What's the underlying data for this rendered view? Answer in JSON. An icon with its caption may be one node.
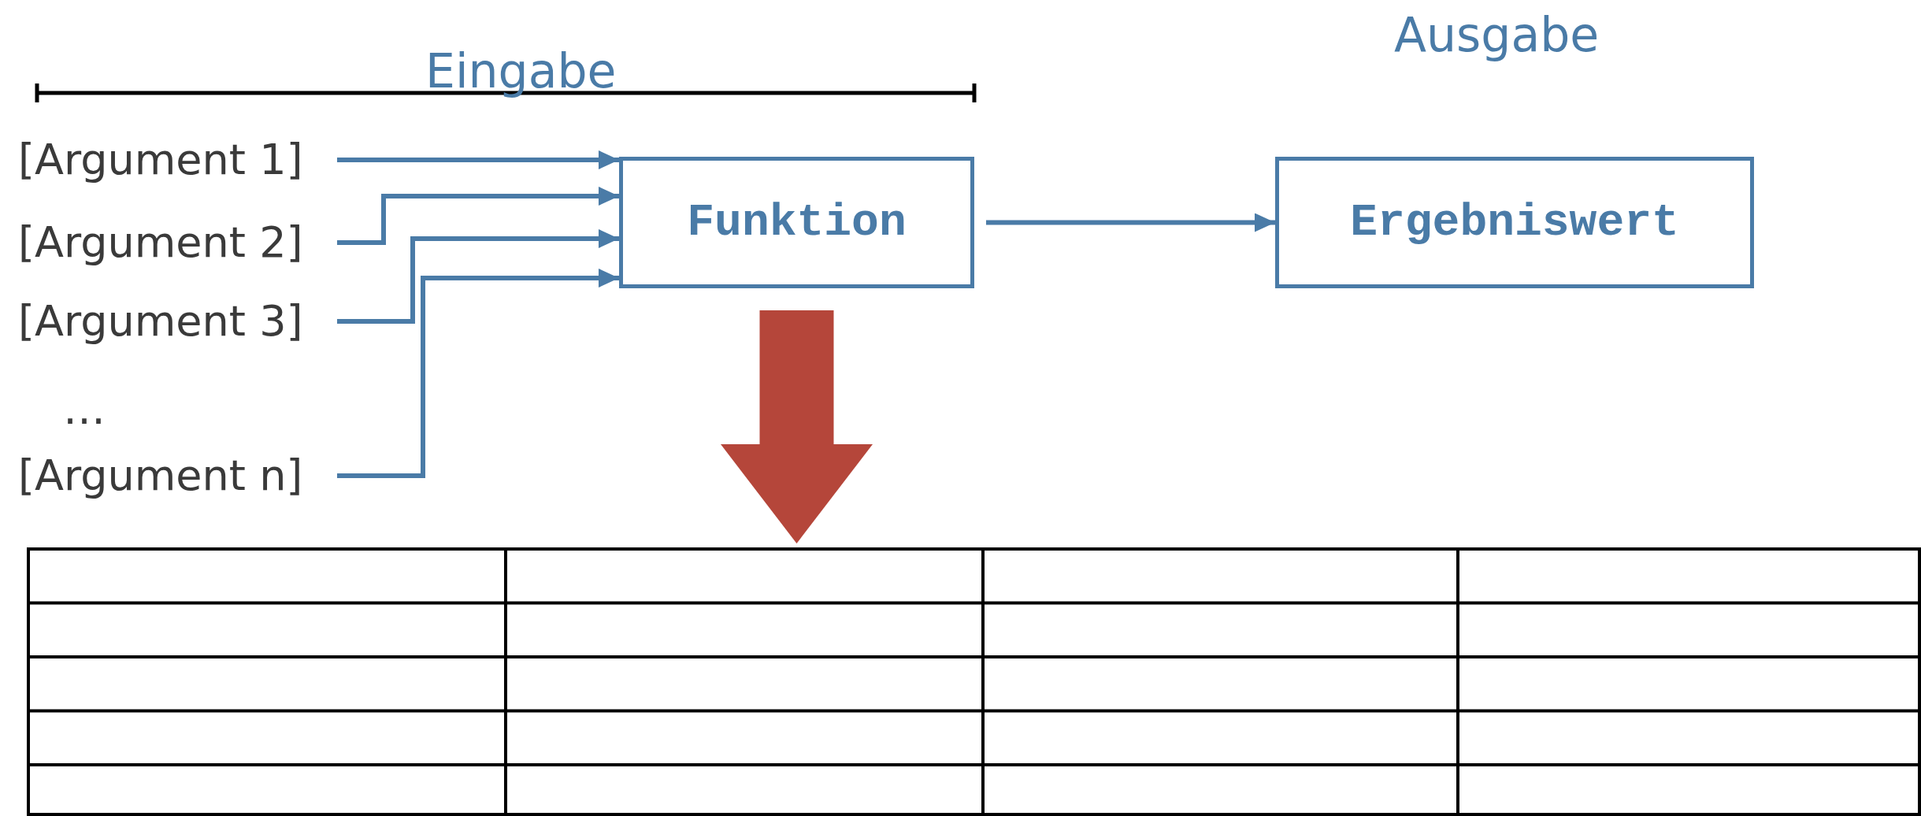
{
  "diagram": {
    "nodes": [
      {
        "text": [
          "[Argument 1]"
        ]
      },
      {
        "text": [
          "[Argument 2]"
        ]
      },
      {
        "text": [
          "[Argument 3]"
        ]
      },
      {
        "text": [
          "[Argument n]"
        ]
      },
      {
        "text": [
          "Funktion"
        ]
      },
      {
        "text": [
          "Ergebniswert"
        ]
      },
      {
        "text": [],
        "shape": "table"
      }
    ],
    "edges": [
      {
        "from": 0,
        "to": 4,
        "arrow": "to"
      },
      {
        "from": 1,
        "to": 4,
        "arrow": "to"
      },
      {
        "from": 2,
        "to": 4,
        "arrow": "to"
      },
      {
        "from": 3,
        "to": 4,
        "arrow": "to"
      },
      {
        "from": 4,
        "to": 5,
        "arrow": "to"
      },
      {
        "from": 4,
        "to": 6,
        "arrow": "to",
        "style": "thick",
        "color": "#b5463a"
      }
    ],
    "labels": [
      "Ausgabe",
      "Eingabe",
      "…"
    ]
  }
}
